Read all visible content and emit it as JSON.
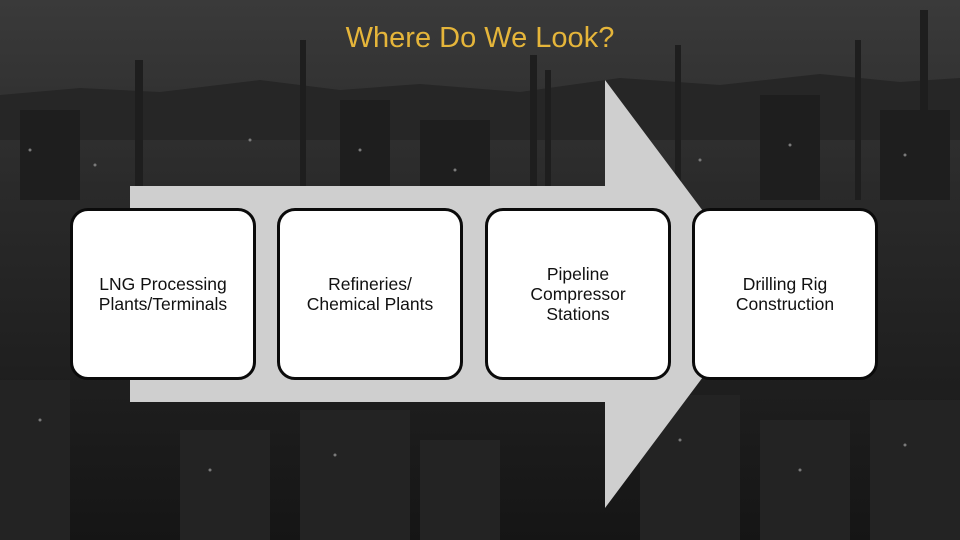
{
  "slide": {
    "title": "Where Do We Look?",
    "title_color": "#e5b53a",
    "background_description_colors": {
      "base": "#1a1a1a",
      "arrow_fill": "#cfcfcf"
    },
    "steps": [
      {
        "label": "LNG Processing\nPlants/Terminals"
      },
      {
        "label": "Refineries/\nChemical Plants"
      },
      {
        "label": "Pipeline\nCompressor\nStations"
      },
      {
        "label": "Drilling Rig\nConstruction"
      }
    ]
  }
}
